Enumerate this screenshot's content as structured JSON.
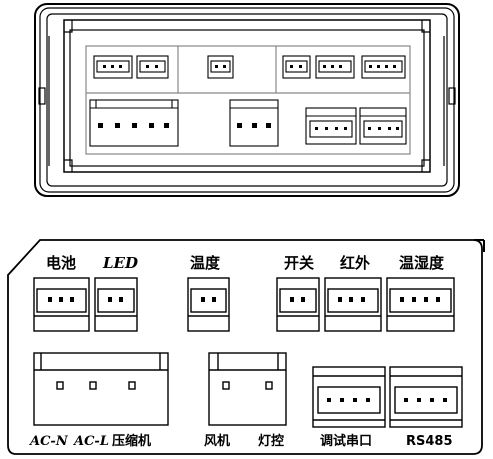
{
  "top_view": {
    "description_hidden": ""
  },
  "labels": {
    "battery": "电池",
    "led": "LED",
    "temperature": "温度",
    "switch": "开关",
    "infrared": "红外",
    "temp_humidity": "温湿度",
    "ac_n": "AC-N",
    "ac_l": "AC-L",
    "compressor": "压缩机",
    "fan": "风机",
    "light_control": "灯控",
    "debug_serial": "调试串口",
    "rs485": "RS485"
  }
}
